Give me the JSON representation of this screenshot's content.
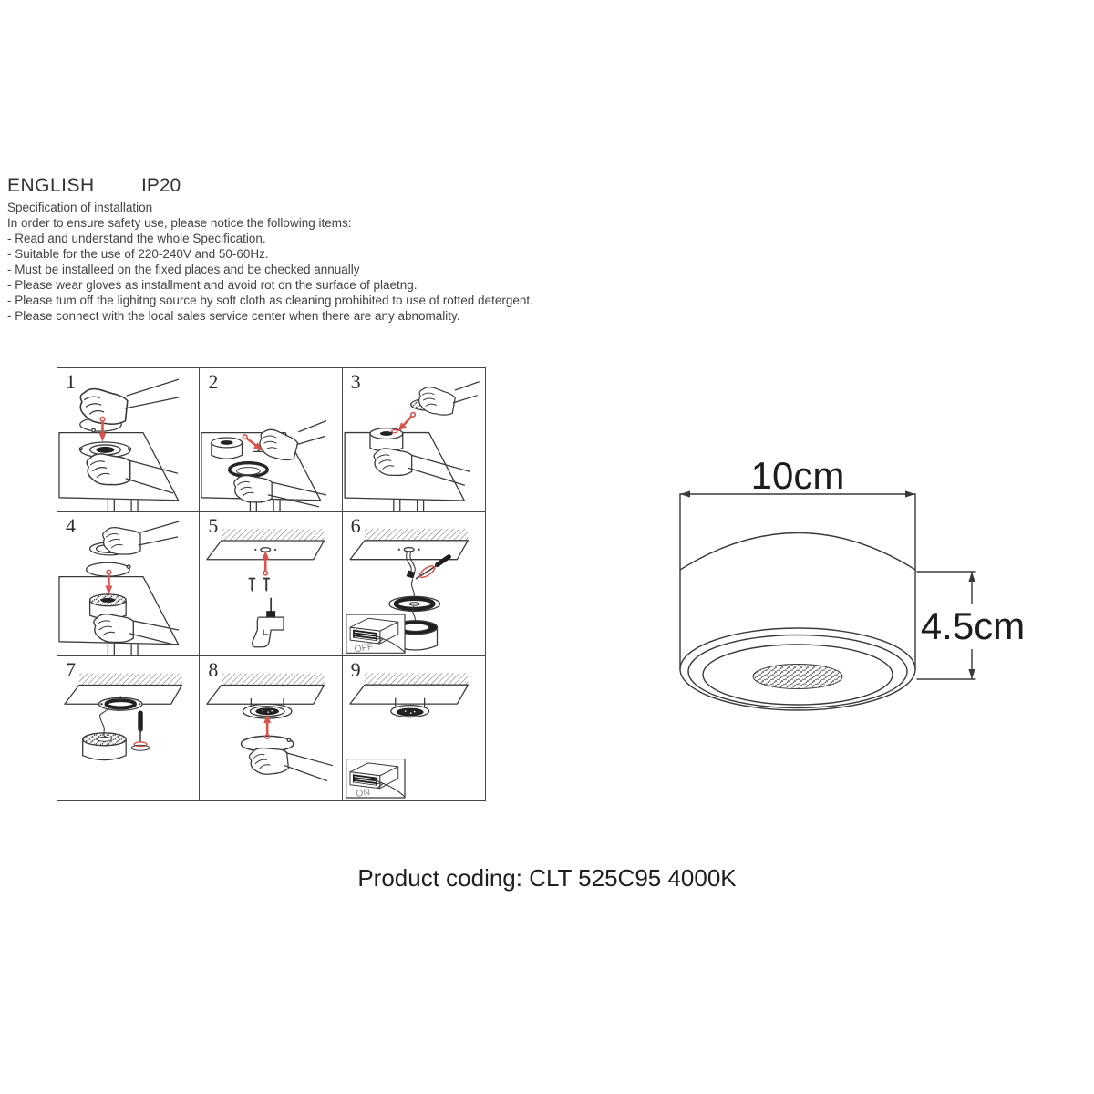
{
  "header": {
    "language": "ENGLISH",
    "ip_rating": "IP20"
  },
  "spec": {
    "title": "Specification of installation",
    "intro": "In order to ensure safety use, please notice the following items:",
    "items": [
      "- Read and understand the whole Specification.",
      "- Suitable for the use of 220-240V and 50-60Hz.",
      "- Must be installeed on the fixed places and be checked annually",
      "- Please wear gloves as installment and avoid rot on the surface of plaetng.",
      "- Please tum off the lighitng source by soft cloth as cleaning prohibited to use of rotted detergent.",
      "- Please connect with the local sales service center when there are any abnomality."
    ]
  },
  "steps": [
    {
      "num": "1"
    },
    {
      "num": "2"
    },
    {
      "num": "3"
    },
    {
      "num": "4"
    },
    {
      "num": "5"
    },
    {
      "num": "6",
      "switch_label": "OFF"
    },
    {
      "num": "7"
    },
    {
      "num": "8"
    },
    {
      "num": "9",
      "switch_label": "ON"
    }
  ],
  "product_diagram": {
    "width_label": "10cm",
    "height_label": "4.5cm"
  },
  "footer": {
    "product_coding": "Product coding: CLT 525C95 4000K"
  },
  "colors": {
    "accent_red": "#d9534f",
    "line": "#3a3a3a"
  }
}
